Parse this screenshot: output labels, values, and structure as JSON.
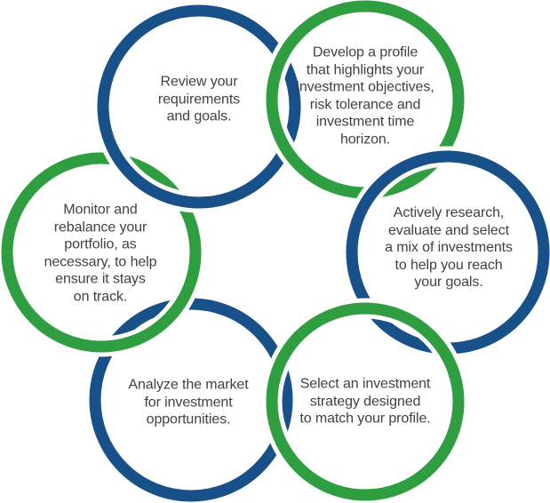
{
  "colors": {
    "blue_ring": "#18508a",
    "green_ring": "#2f9e40",
    "label_text": "#414042",
    "halo": "#ffffff"
  },
  "diagram": {
    "description": "Six interlocking circles forming an investment process cycle",
    "steps": [
      {
        "id": "review-requirements",
        "position": "top-left",
        "ring_color": "blue",
        "label": "Review your\nrequirements\nand goals."
      },
      {
        "id": "develop-profile",
        "position": "top-right",
        "ring_color": "green",
        "label": "Develop a profile\nthat highlights your\ninvestment objectives,\nrisk tolerance and\ninvestment time\nhorizon."
      },
      {
        "id": "research-investments",
        "position": "right",
        "ring_color": "blue",
        "label": "Actively research,\nevaluate and select\na mix of investments\nto help you reach\nyour goals."
      },
      {
        "id": "select-strategy",
        "position": "bottom-right",
        "ring_color": "green",
        "label": "Select an investment\nstrategy designed\nto match your profile."
      },
      {
        "id": "analyze-market",
        "position": "bottom-left",
        "ring_color": "blue",
        "label": "Analyze the market\nfor investment\nopportunities."
      },
      {
        "id": "monitor-rebalance",
        "position": "left",
        "ring_color": "green",
        "label": "Monitor and\nrebalance your\nportfolio, as\nnecessary, to help\nensure it stays\non track."
      }
    ]
  }
}
